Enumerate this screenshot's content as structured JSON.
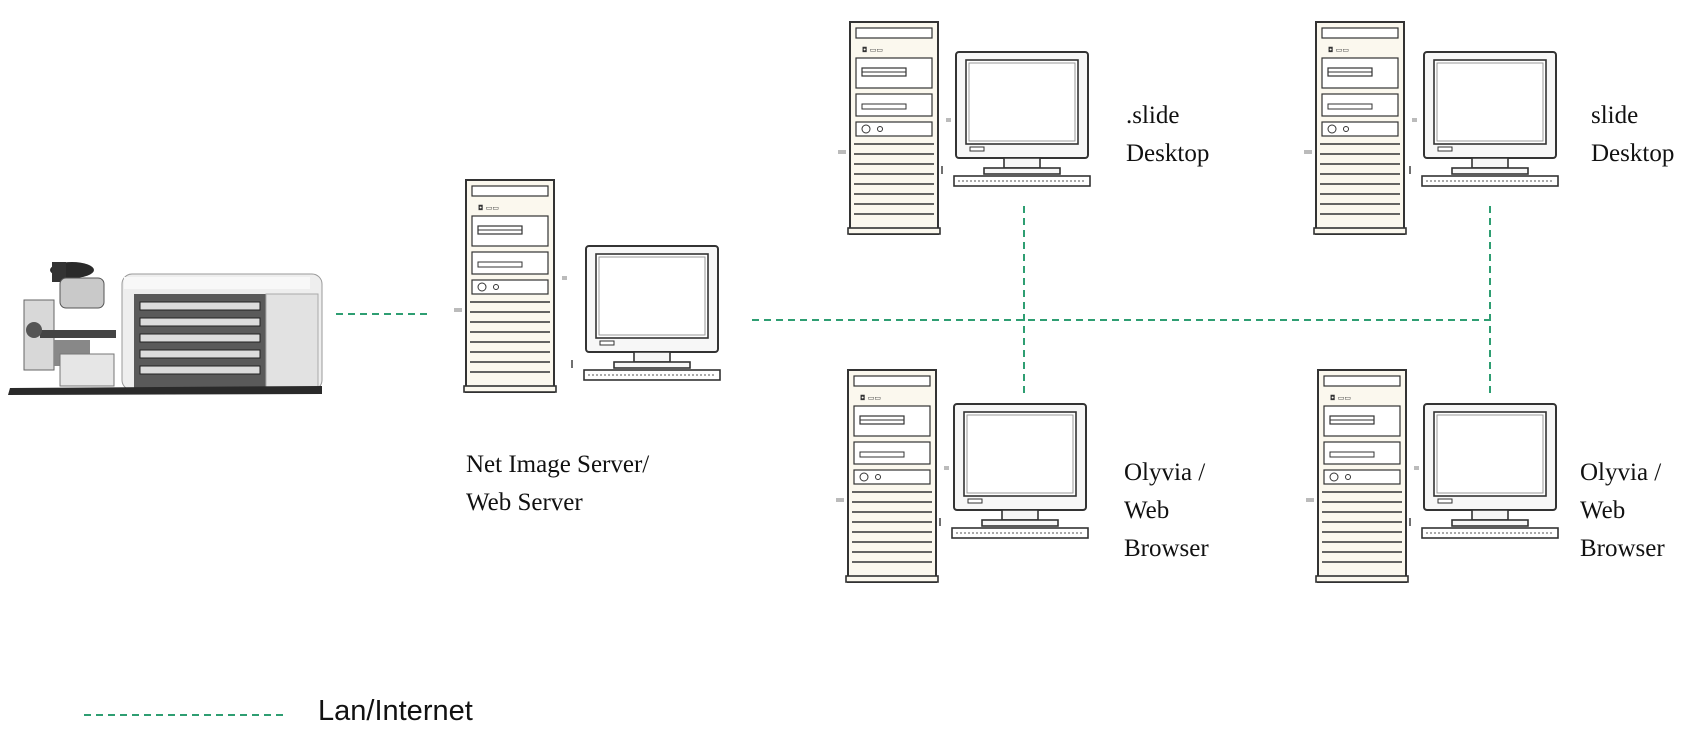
{
  "labels": {
    "server": [
      "Net Image Server/",
      "Web Server"
    ],
    "desktop_left": [
      ".slide",
      "Desktop"
    ],
    "desktop_right": [
      "slide",
      "Desktop"
    ],
    "browser_left": [
      "Olyvia /",
      "Web",
      "Browser"
    ],
    "browser_right": [
      "Olyvia /",
      "Web",
      "Browser"
    ]
  },
  "legend": {
    "label": "Lan/Internet"
  },
  "colors": {
    "network_line": "#2e9e72",
    "outline": "#333333",
    "case_fill": "#fbf8ee",
    "screen": "#ffffff"
  },
  "icons": {
    "scanner": "slide-scanner-microscope-icon",
    "computer": "desktop-computer-icon"
  }
}
